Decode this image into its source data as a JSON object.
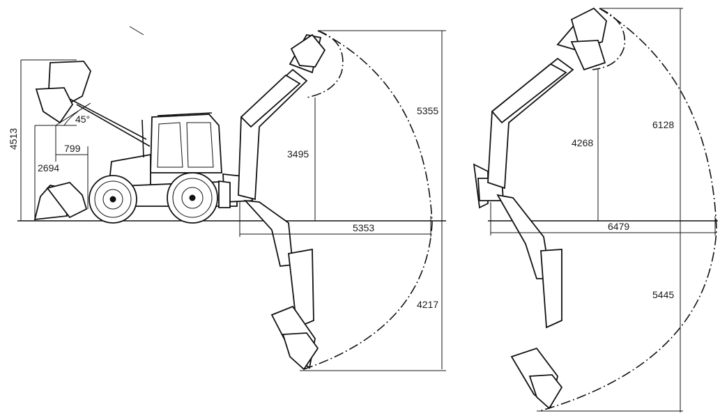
{
  "diagram": {
    "front_loader": {
      "overall_height": "4513",
      "dump_height": "2694",
      "reach": "799",
      "dump_angle": "45°"
    },
    "backhoe_standard": {
      "reach_height": "5355",
      "loading_height": "3495",
      "reach_at_ground": "5353",
      "digging_depth": "4217"
    },
    "backhoe_extended": {
      "reach_height": "6128",
      "loading_height": "4268",
      "reach_at_ground": "6479",
      "digging_depth": "5445"
    }
  }
}
